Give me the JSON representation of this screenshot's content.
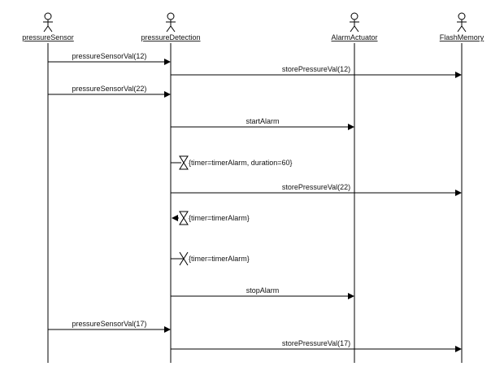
{
  "participants": [
    {
      "id": "pressureSensor",
      "label": "pressureSensor"
    },
    {
      "id": "pressureDetection",
      "label": "pressureDetection"
    },
    {
      "id": "alarmActuator",
      "label": "AlarmActuator"
    },
    {
      "id": "flashMemory",
      "label": "FlashMemory"
    }
  ],
  "messages": [
    {
      "from": "pressureSensor",
      "to": "pressureDetection",
      "label": "pressureSensorVal(12)"
    },
    {
      "from": "pressureDetection",
      "to": "flashMemory",
      "label": "storePressureVal(12)"
    },
    {
      "from": "pressureSensor",
      "to": "pressureDetection",
      "label": "pressureSensorVal(22)"
    },
    {
      "from": "pressureDetection",
      "to": "alarmActuator",
      "label": "startAlarm"
    },
    {
      "kind": "timer-set",
      "on": "pressureDetection",
      "label": "{timer=timerAlarm, duration=60}"
    },
    {
      "from": "pressureDetection",
      "to": "flashMemory",
      "label": "storePressureVal(22)"
    },
    {
      "kind": "timer-timeout",
      "on": "pressureDetection",
      "label": "{timer=timerAlarm}"
    },
    {
      "kind": "timer-reset",
      "on": "pressureDetection",
      "label": "{timer=timerAlarm}"
    },
    {
      "from": "pressureDetection",
      "to": "alarmActuator",
      "label": "stopAlarm"
    },
    {
      "from": "pressureSensor",
      "to": "pressureDetection",
      "label": "pressureSensorVal(17)"
    },
    {
      "from": "pressureDetection",
      "to": "flashMemory",
      "label": "storePressureVal(17)"
    }
  ]
}
